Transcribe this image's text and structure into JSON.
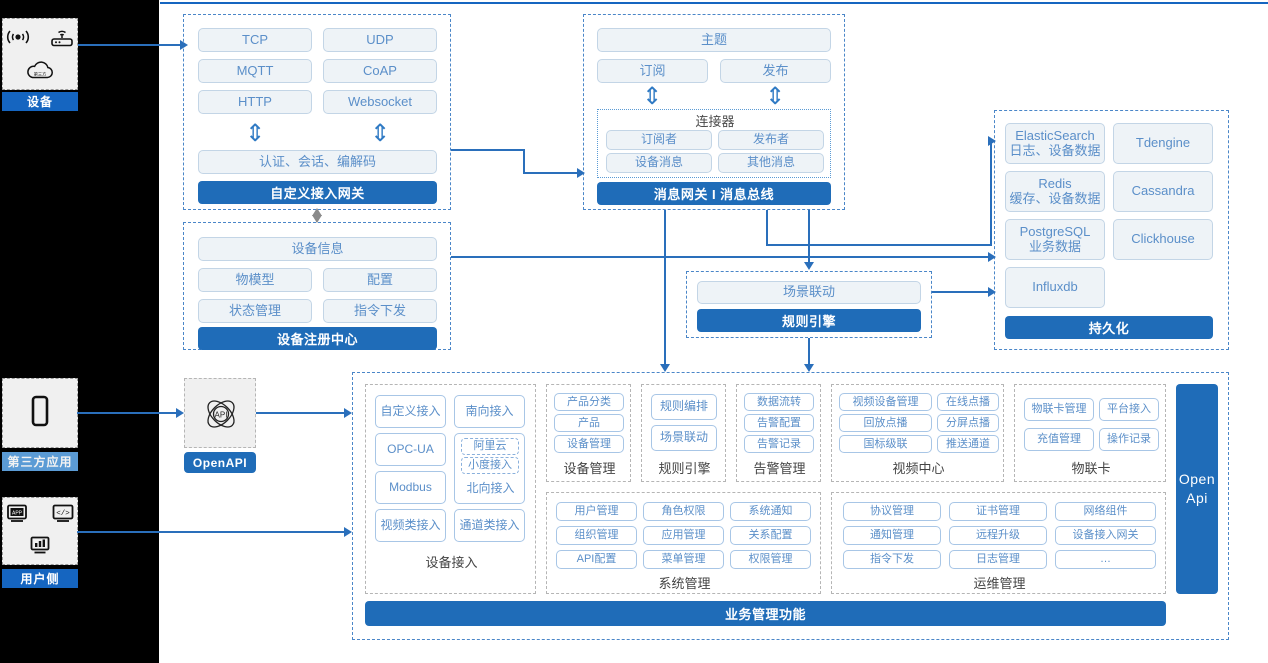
{
  "sidebar": {
    "items": [
      {
        "label": "设备",
        "icons": [
          "signal-icon",
          "router-icon",
          "cloud-icon"
        ],
        "style": "dark"
      },
      {
        "label": "第三方应用",
        "icons": [
          "mobile-icon"
        ],
        "style": "light"
      },
      {
        "label": "用户侧",
        "icons": [
          "app-icon",
          "code-icon",
          "chart-icon"
        ],
        "style": "dark"
      }
    ]
  },
  "access_gateway": {
    "protocols": [
      "TCP",
      "UDP",
      "MQTT",
      "CoAP",
      "HTTP",
      "Websocket"
    ],
    "middle": "认证、会话、编解码",
    "title": "自定义接入网关"
  },
  "message_gateway": {
    "topic": "主题",
    "subscribe": "订阅",
    "publish": "发布",
    "connector_title": "连接器",
    "connector_items": [
      "订阅者",
      "发布者",
      "设备消息",
      "其他消息"
    ],
    "title": "消息网关 I 消息总线"
  },
  "device_registry": {
    "header": "设备信息",
    "items": [
      "物模型",
      "配置",
      "状态管理",
      "指令下发"
    ],
    "title": "设备注册中心"
  },
  "rule_engine": {
    "item": "场景联动",
    "title": "规则引擎"
  },
  "persistence": {
    "stores": [
      {
        "name": "ElasticSearch",
        "sub": "日志、设备数据"
      },
      {
        "name": "Tdengine",
        "sub": ""
      },
      {
        "name": "Redis",
        "sub": "缓存、设备数据"
      },
      {
        "name": "Cassandra",
        "sub": ""
      },
      {
        "name": "PostgreSQL",
        "sub": "业务数据"
      },
      {
        "name": "Clickhouse",
        "sub": ""
      },
      {
        "name": "Influxdb",
        "sub": ""
      }
    ],
    "title": "持久化"
  },
  "openapi": {
    "icon": "api-icon",
    "label": "OpenAPI",
    "side_bar": "Open\nApi",
    "side_bar_line1": "Open",
    "side_bar_line2": "Api"
  },
  "business": {
    "title": "业务管理功能",
    "groups": [
      {
        "caption": "设备接入",
        "items": [
          "自定义接入",
          "南向接入",
          "OPC-UA",
          "阿里云",
          "小度接入",
          "北向接入",
          "Modbus",
          "视频类接入",
          "通道类接入"
        ]
      },
      {
        "caption": "设备管理",
        "items": [
          "产品分类",
          "产品",
          "设备管理"
        ]
      },
      {
        "caption": "规则引擎",
        "items": [
          "规则编排",
          "场景联动"
        ]
      },
      {
        "caption": "告警管理",
        "items": [
          "数据流转",
          "告警配置",
          "告警记录"
        ]
      },
      {
        "caption": "视频中心",
        "items": [
          "视频设备管理",
          "在线点播",
          "回放点播",
          "分屏点播",
          "国标级联",
          "推送通道"
        ]
      },
      {
        "caption": "物联卡",
        "items": [
          "物联卡管理",
          "平台接入",
          "充值管理",
          "操作记录"
        ]
      },
      {
        "caption": "系统管理",
        "items": [
          "用户管理",
          "角色权限",
          "系统通知",
          "组织管理",
          "应用管理",
          "关系配置",
          "API配置",
          "菜单管理",
          "权限管理"
        ]
      },
      {
        "caption": "运维管理",
        "items": [
          "协议管理",
          "证书管理",
          "网络组件",
          "通知管理",
          "远程升级",
          "设备接入网关",
          "指令下发",
          "日志管理",
          "…"
        ]
      }
    ]
  },
  "colors": {
    "accent": "#1f6cb8",
    "accent_light": "#5b9bd5",
    "pill_text": "#5b8fc9",
    "pill_bg": "#eef3f7",
    "line": "#2a6fbb"
  }
}
